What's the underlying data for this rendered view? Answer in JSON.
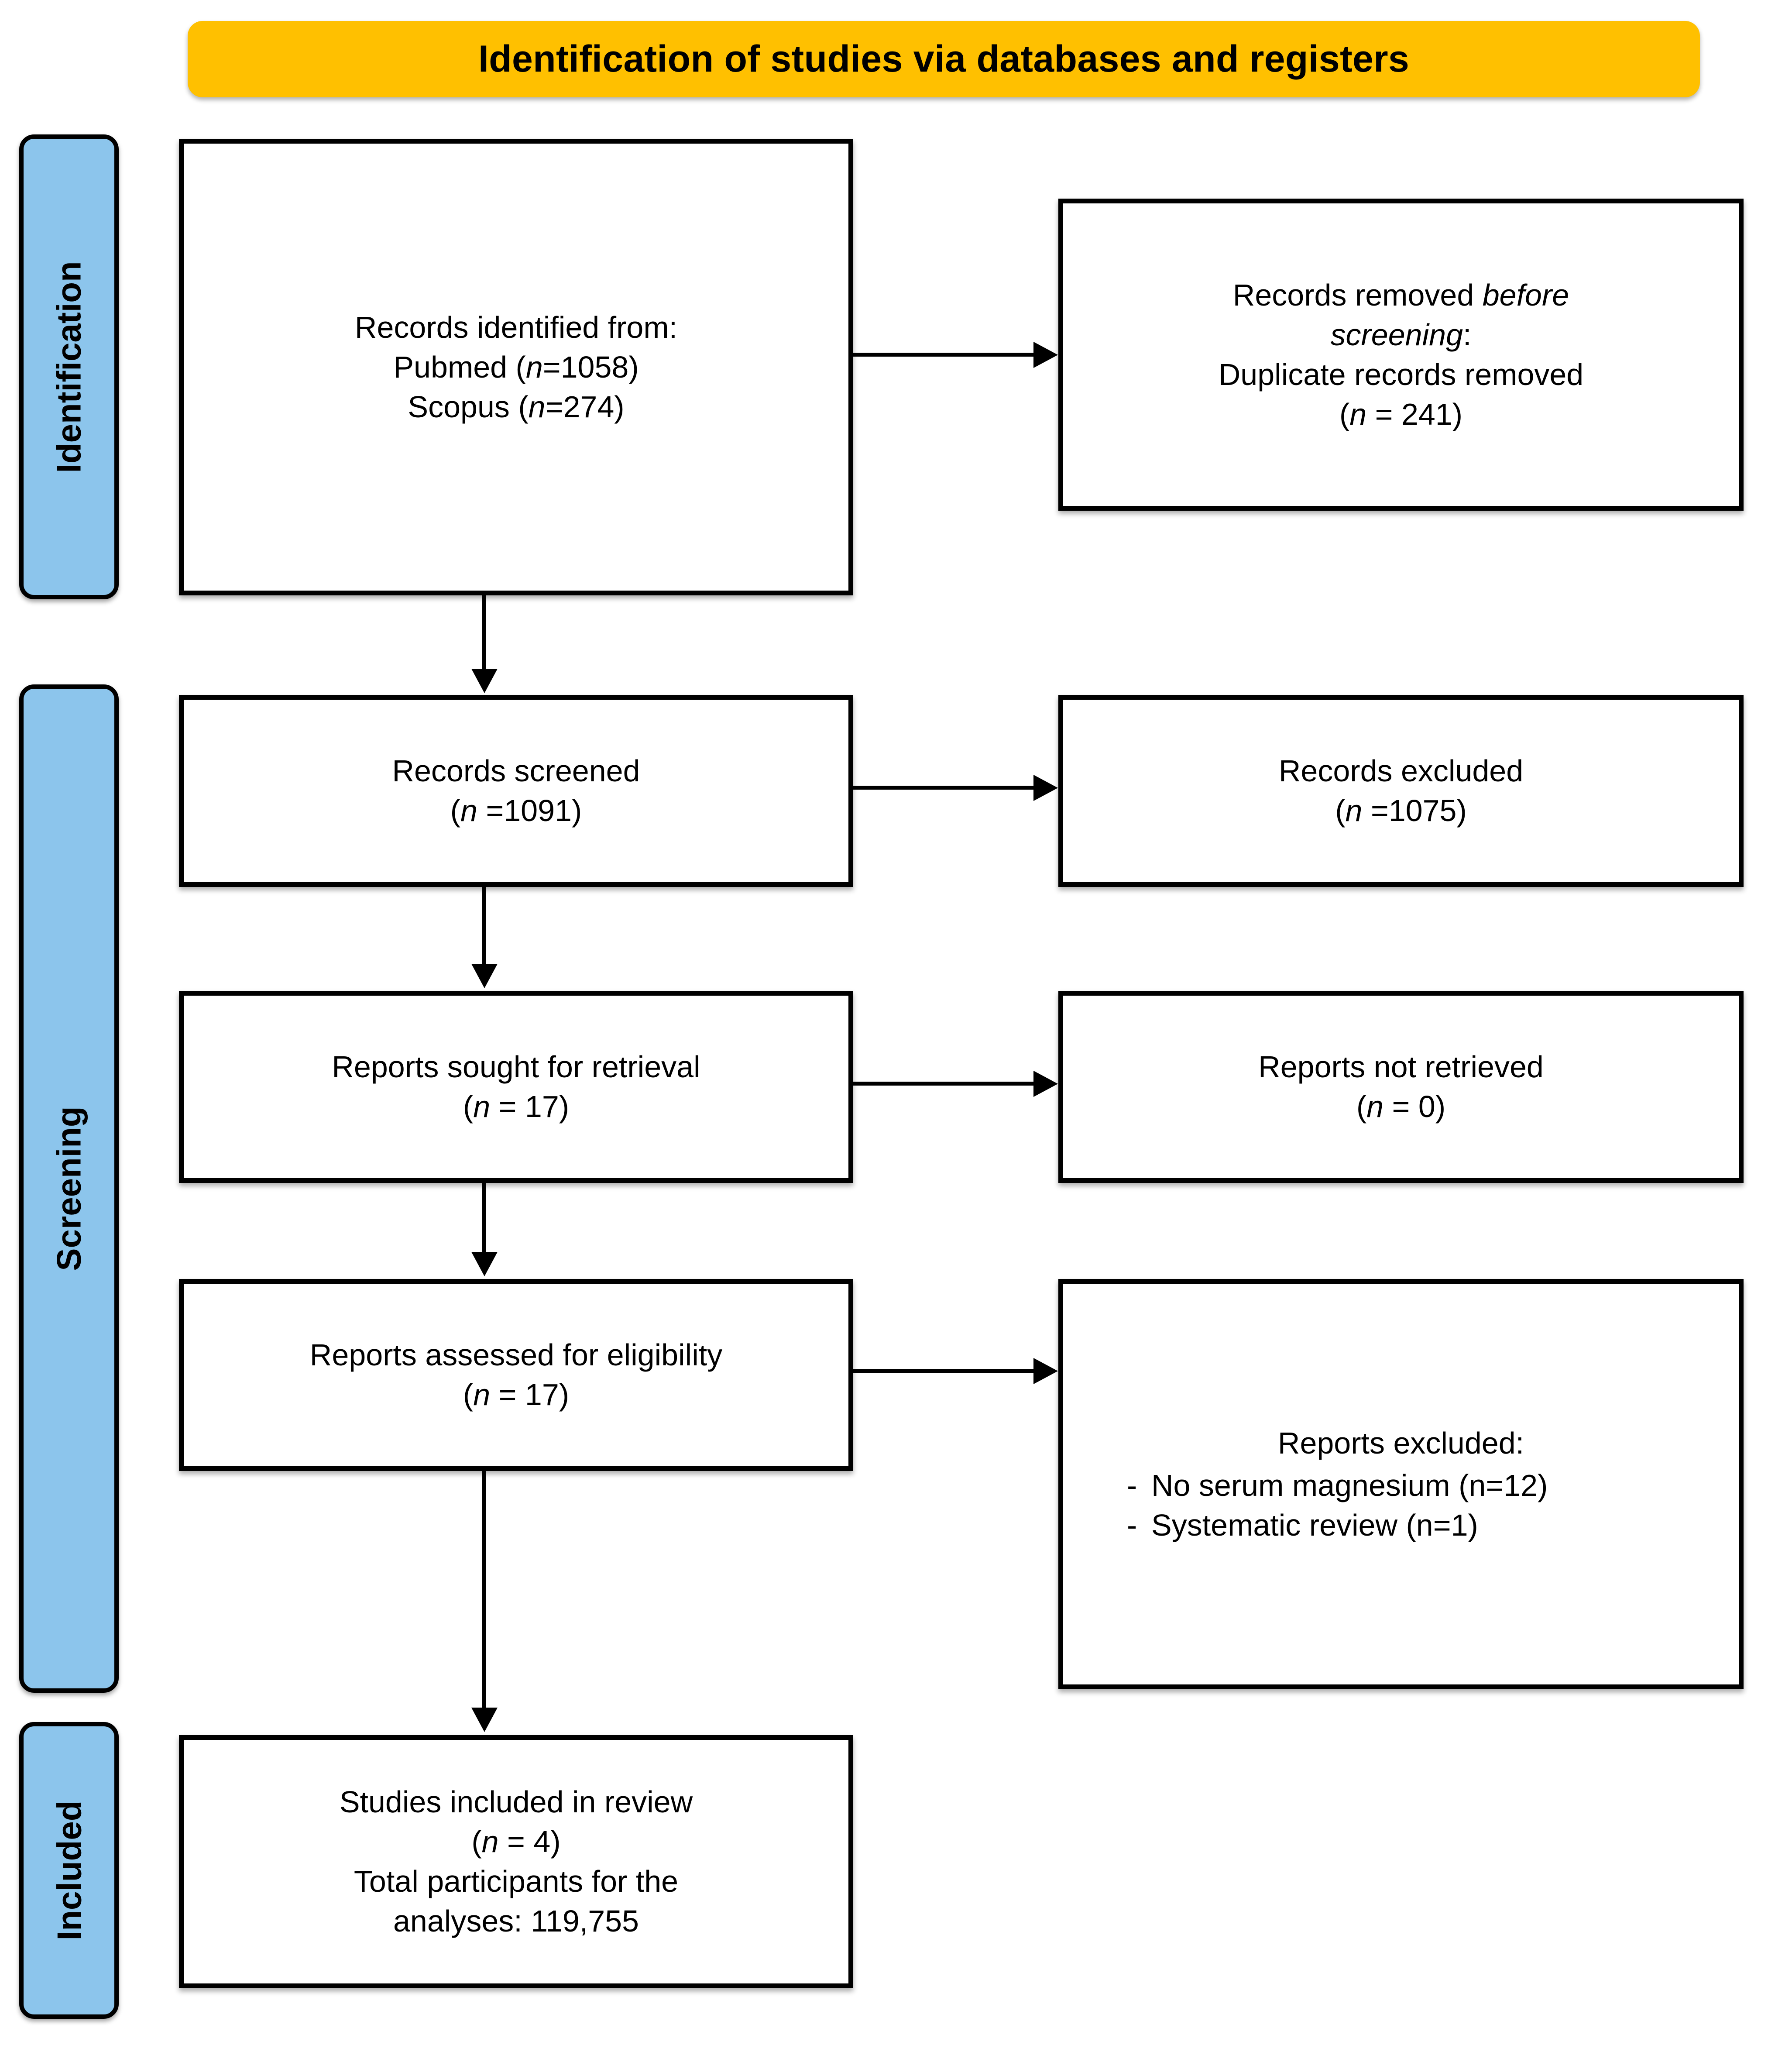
{
  "header": {
    "title": "Identification of studies via databases and registers",
    "background_color": "#FFC000"
  },
  "stages": {
    "accent_color": "#8CC5EC",
    "identification": "Identification",
    "screening": "Screening",
    "included": "Included"
  },
  "boxes": {
    "identified": {
      "line1": "Records identified from:",
      "line2_prefix": "Pubmed (",
      "line2_n": "n",
      "line2_suffix": "=1058)",
      "line3_prefix": "Scopus (",
      "line3_n": "n",
      "line3_suffix": "=274)"
    },
    "removed": {
      "line1_prefix": "Records removed ",
      "line1_italic": "before",
      "line2_italic": "screening",
      "line2_suffix": ":",
      "line3": "Duplicate records removed",
      "line4_prefix": "(",
      "line4_n": "n",
      "line4_suffix": " = 241)"
    },
    "screened": {
      "line1": "Records screened",
      "line2_prefix": "(",
      "line2_n": "n",
      "line2_suffix": " =1091)"
    },
    "records_excluded": {
      "line1": "Records excluded",
      "line2_prefix": "(",
      "line2_n": "n",
      "line2_suffix": " =1075)"
    },
    "sought": {
      "line1": "Reports sought for retrieval",
      "line2_prefix": "(",
      "line2_n": "n",
      "line2_suffix": " = 17)"
    },
    "not_retrieved": {
      "line1": "Reports not retrieved",
      "line2_prefix": "(",
      "line2_n": "n",
      "line2_suffix": " = 0)"
    },
    "assessed": {
      "line1": "Reports assessed for eligibility",
      "line2_prefix": "(",
      "line2_n": "n",
      "line2_suffix": " = 17)"
    },
    "reports_excluded": {
      "title": "Reports excluded:",
      "items": [
        "No serum magnesium (n=12)",
        "Systematic review (n=1)"
      ],
      "bullet": "-"
    },
    "included": {
      "line1": "Studies included in review",
      "line2_prefix": "(",
      "line2_n": "n",
      "line2_suffix": " = 4)",
      "line3": "Total participants for the",
      "line4": "analyses: 119,755"
    }
  },
  "flow_data": {
    "type": "prisma-flow",
    "identified_pubmed": 1058,
    "identified_scopus": 274,
    "duplicates_removed": 241,
    "records_screened": 1091,
    "records_excluded": 1075,
    "reports_sought": 17,
    "reports_not_retrieved": 0,
    "reports_assessed": 17,
    "reports_excluded_no_serum_magnesium": 12,
    "reports_excluded_systematic_review": 1,
    "studies_included": 4,
    "total_participants": "119,755"
  }
}
